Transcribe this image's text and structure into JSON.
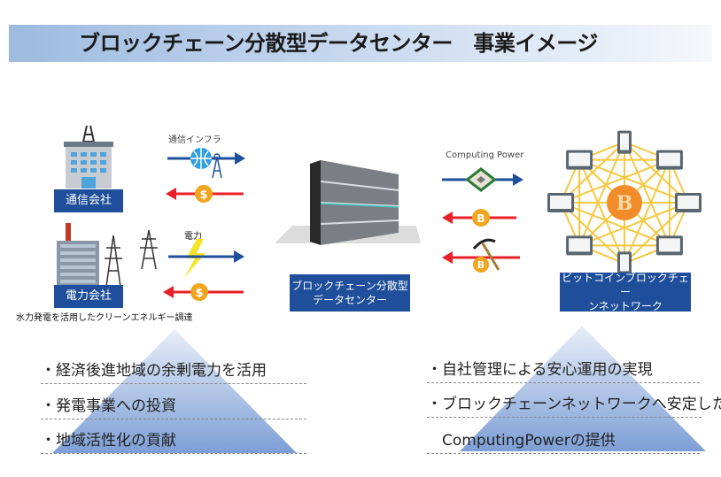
{
  "title": "ブロックチェーン分散型データセンター　事業イメージ",
  "left_entities": {
    "telecom": {
      "label": "通信会社",
      "flow_label": "通信インフラ"
    },
    "power": {
      "label": "電力会社",
      "flow_label": "電力",
      "caption": "水力発電を活用したクリーンエネルギー調達"
    }
  },
  "center": {
    "label_line1": "ブロックチェーン分散型",
    "label_line2": "データセンター"
  },
  "right_flow": {
    "flow_label": "Computing Power"
  },
  "network": {
    "label_line1": "ビットコインブロックチェー",
    "label_line2": "ンネットワーク"
  },
  "left_bullets": [
    "・経済後進地域の余剰電力を活用",
    "・発電事業への投資",
    "・地域活性化の貢献"
  ],
  "right_bullets": [
    "・自社管理による安心運用の実現",
    "・ブロックチェーンネットワークへ安定した",
    "　ComputingPowerの提供"
  ],
  "colors": {
    "label_bg": "#1f4f9a",
    "arrow_blue": "#1f4f9a",
    "arrow_red": "#e8202a",
    "coin": "#f2a51f",
    "network_line": "#f5c842"
  }
}
